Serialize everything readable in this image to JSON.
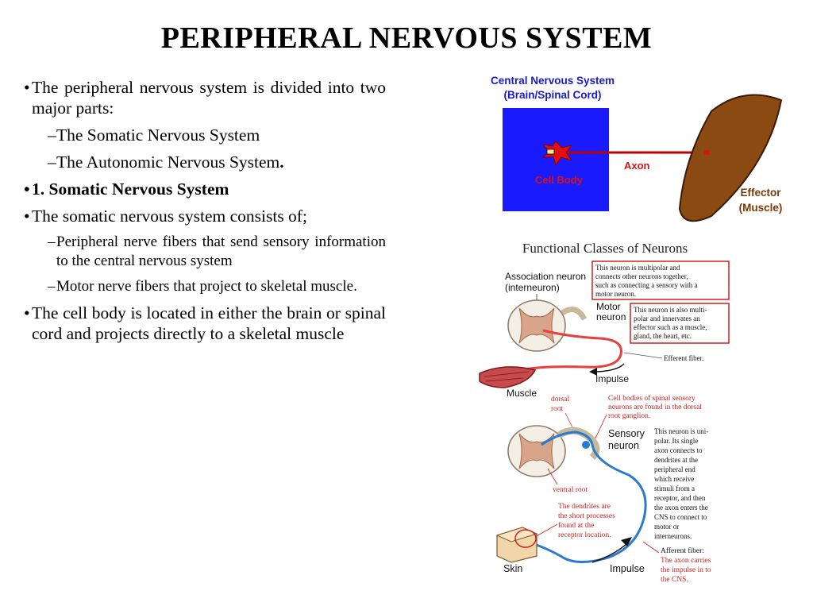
{
  "slide": {
    "title": "PERIPHERAL NERVOUS SYSTEM",
    "bullets": {
      "b1": "The peripheral nervous system is divided into two major parts:",
      "b1_sub1": "The Somatic Nervous System",
      "b1_sub2": "The Autonomic Nervous System",
      "b1_sub2_period": ".",
      "b2": "1. Somatic Nervous System",
      "b3": "The somatic nervous system consists of;",
      "b3_sub1": "Peripheral nerve fibers that send sensory information to the central nervous system",
      "b3_sub2": "Motor nerve fibers that project to skeletal muscle.",
      "b4": "The cell body is located in either the brain or spinal cord and projects directly to a skeletal muscle"
    }
  },
  "figure_top": {
    "cns_line1": "Central Nervous System",
    "cns_line2": "(Brain/Spinal Cord)",
    "cell_body": "Cell Body",
    "axon": "Axon",
    "effector_line1": "Effector",
    "effector_line2": "(Muscle)",
    "colors": {
      "cns_box": "#1a1aff",
      "cns_text": "#1a1acc",
      "label_red": "#e01010",
      "muscle": "#8b4a12",
      "effector_text": "#7a3a08"
    }
  },
  "figure_bottom": {
    "title": "Functional Classes of Neurons",
    "association_line1": "Association neuron",
    "association_line2": "(interneuron)",
    "box1": [
      "This neuron is multipolar and",
      "connects other neurons together,",
      "such as connecting a sensory with a",
      "motor neuron."
    ],
    "motor_line1": "Motor",
    "motor_line2": "neuron",
    "box2": [
      "This neuron is also multi-",
      "polar and innervates an",
      "effector such as a muscle,",
      "gland, the heart, etc."
    ],
    "efferent": "Efferent fiber.",
    "impulse_top": "Impulse",
    "muscle": "Muscle",
    "dorsal_line1": "dorsal",
    "dorsal_line2": "root",
    "cell_bodies": [
      "Cell bodies of spinal sensory",
      "neurons are found in the dorsal",
      "root ganglion."
    ],
    "sensory_line1": "Sensory",
    "sensory_line2": "neuron",
    "unipolar": [
      "This neuron is uni-",
      "polar.  Its single",
      "axon connects to",
      "dendrites at the",
      "peripheral end",
      "which receive",
      "stimuli from a",
      "receptor, and then",
      "the axon enters the",
      "CNS to connect to",
      "motor or",
      "interneurons."
    ],
    "ventral": "ventral root",
    "dendrites": [
      "The dendrites are",
      "the short processes",
      "found at the",
      "receptor location."
    ],
    "afferent_label": "Afferent fiber:",
    "afferent_desc": [
      "The axon carries",
      "the impulse in to",
      "the CNS."
    ],
    "skin": "Skin",
    "impulse_bottom": "Impulse"
  }
}
